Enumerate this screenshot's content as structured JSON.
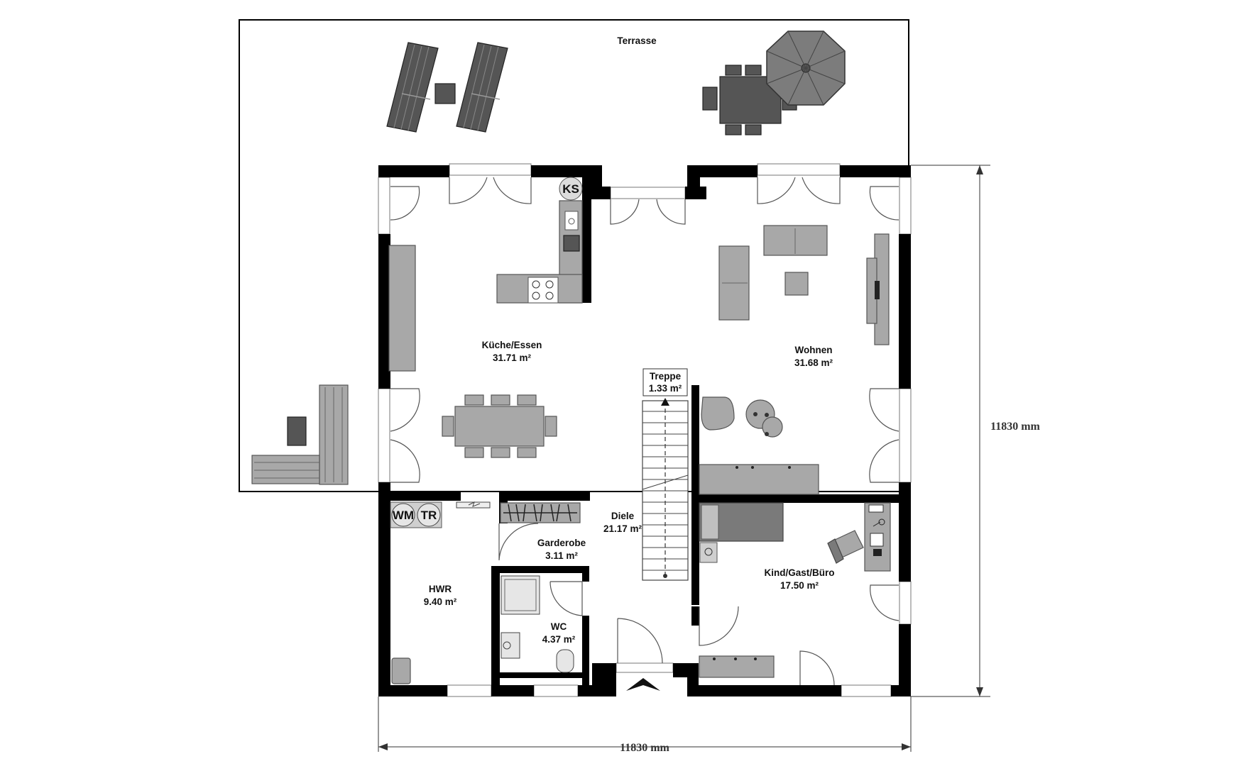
{
  "rooms": {
    "terrace": {
      "name": "Terrasse"
    },
    "kitchen": {
      "name": "Küche/Essen",
      "area": "31.71 m²"
    },
    "living": {
      "name": "Wohnen",
      "area": "31.68 m²"
    },
    "stairs": {
      "name": "Treppe",
      "area": "1.33 m²"
    },
    "hall": {
      "name": "Diele",
      "area": "21.17 m²"
    },
    "wardrobe": {
      "name": "Garderobe",
      "area": "3.11 m²"
    },
    "utility": {
      "name": "HWR",
      "area": "9.40 m²"
    },
    "wc": {
      "name": "WC",
      "area": "4.37 m²"
    },
    "office": {
      "name": "Kind/Gast/Büro",
      "area": "17.50 m²"
    }
  },
  "appliances": {
    "fridge": "KS",
    "washer": "WM",
    "dryer": "TR"
  },
  "dimensions": {
    "width": "11830 mm",
    "depth": "11830 mm"
  },
  "icons": [
    "entrance-arrow-icon",
    "stair-direction-arrow-icon",
    "door-swing-icon"
  ],
  "colors": {
    "wall": "#000000",
    "furniture": "#a8a8a8",
    "furniture_dark": "#555555",
    "background": "#ffffff"
  }
}
